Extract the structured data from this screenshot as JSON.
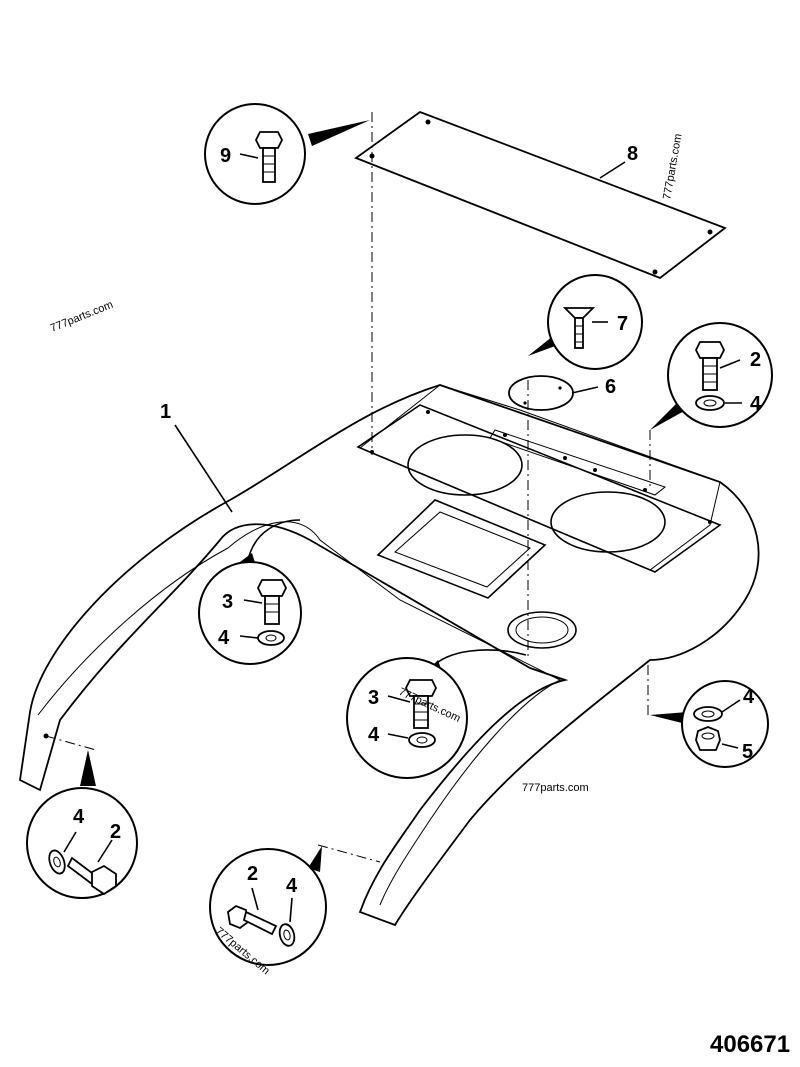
{
  "drawing_number": "406671",
  "watermarks": [
    "777parts.com",
    "777parts.com",
    "777parts.com",
    "777parts.com",
    "777parts.com"
  ],
  "callouts": {
    "main_panel": "1",
    "plate": "8",
    "plate_screw": "9",
    "cover_cap": "6",
    "cap_screw": "7",
    "detail_tr_bolt": "2",
    "detail_tr_washer": "4",
    "detail_left_bolt": "3",
    "detail_left_washer": "4",
    "detail_center_bolt": "3",
    "detail_center_washer": "4",
    "detail_right_washer": "4",
    "detail_right_nut": "5",
    "detail_bl_washer": "4",
    "detail_bl_bolt": "2",
    "detail_bc_bolt": "2",
    "detail_bc_washer": "4"
  }
}
